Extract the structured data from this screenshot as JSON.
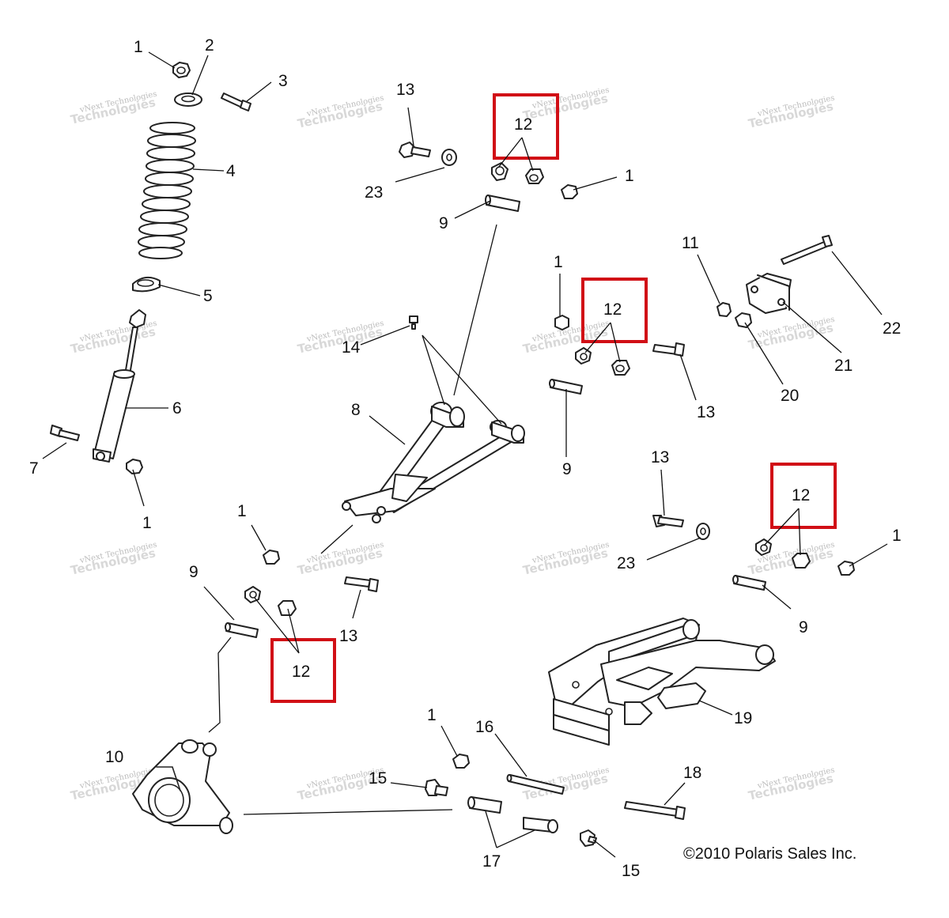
{
  "watermark": {
    "line1": "vNext Technologies",
    "line2": "Technologies"
  },
  "copyright": "©2010 Polaris Sales Inc.",
  "callouts": {
    "c1a": "1",
    "c2": "2",
    "c3": "3",
    "c4": "4",
    "c5": "5",
    "c6": "6",
    "c7": "7",
    "c1b": "1",
    "c13a": "13",
    "c23a": "23",
    "c1c": "1",
    "c9a": "9",
    "c14": "14",
    "c8": "8",
    "c1d": "1",
    "c13b": "13",
    "c9b": "9",
    "c11": "11",
    "c22": "22",
    "c21": "21",
    "c20": "20",
    "c13c": "13",
    "c23b": "23",
    "c1e": "1",
    "c9c": "9",
    "c1f": "1",
    "c9d": "9",
    "c13d": "13",
    "c19": "19",
    "c10": "10",
    "c1g": "1",
    "c16": "16",
    "c15a": "15",
    "c18": "18",
    "c17": "17",
    "c15b": "15"
  },
  "highlights": [
    "12",
    "12",
    "12",
    "12"
  ],
  "colors": {
    "highlight": "#d10f16",
    "ink": "#222222",
    "watermark": "#d8d8d8"
  }
}
